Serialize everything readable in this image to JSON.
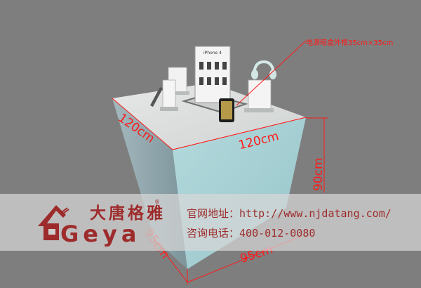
{
  "scene": {
    "subject": "iPhone 4 display counter render",
    "background_color": "#7e7e7e",
    "counter_top_color": "#dcdedd",
    "counter_front_color": "#a9d2d6",
    "counter_side_color": "#8fa6ad"
  },
  "poster": {
    "title": "iPhone 4"
  },
  "annotations": {
    "color": "#ff1a1a",
    "top_left_edge": "120cm",
    "top_front_edge": "120cm",
    "height": "90cm",
    "bottom_left_edge": "95cm",
    "bottom_front_edge": "95cm",
    "power_box_note": "电源暗盒外框35cm×35cm"
  },
  "banner": {
    "brand_cn": "大唐格雅",
    "brand_en": "Geya",
    "registered_mark": "®",
    "brand_color": "#9e2b2b",
    "website_label": "官网地址：",
    "website_value": "http://www.njdatang.com/",
    "phone_label": "咨询电话：",
    "phone_value": "400-012-0080"
  }
}
